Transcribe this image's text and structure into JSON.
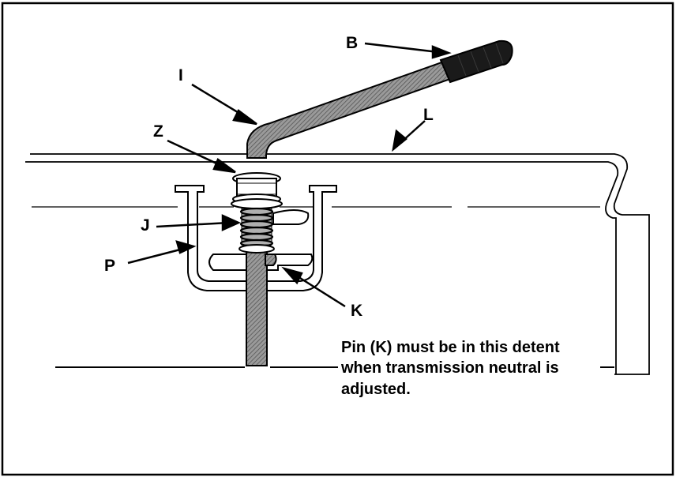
{
  "labels": {
    "b": "B",
    "i": "I",
    "l": "L",
    "z": "Z",
    "j": "J",
    "p": "P",
    "k": "K"
  },
  "note": {
    "line1": "Pin (K) must be in this detent",
    "line2": "when transmission neutral is",
    "line3": "adjusted."
  },
  "colors": {
    "line": "#000000",
    "shaft": "#8a8a8a",
    "shaft_dark": "#6e6e6e",
    "grip": "#1a1a1a",
    "background": "#ffffff"
  }
}
